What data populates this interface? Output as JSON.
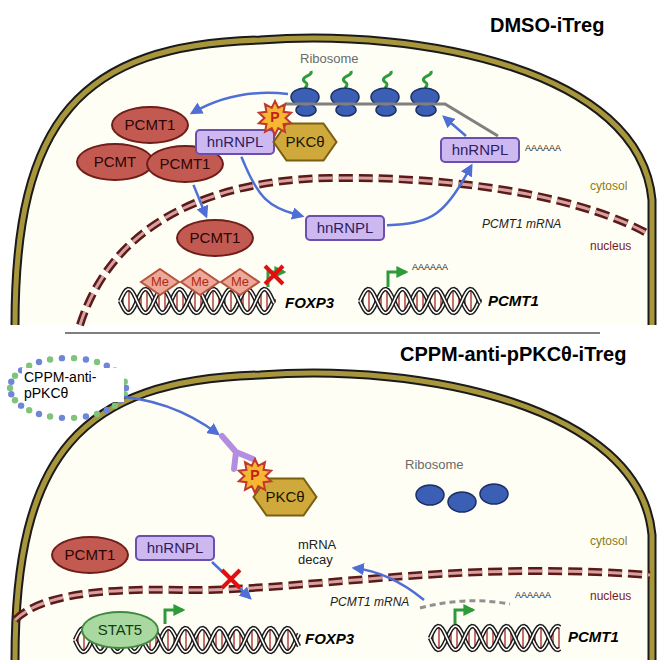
{
  "diagram": {
    "nodes": [
      {
        "text": [
          "PCMT1"
        ]
      },
      {
        "text": [
          "PCMT"
        ]
      },
      {
        "text": [
          "PCMT1"
        ]
      },
      {
        "text": [
          "hnRNPL"
        ]
      },
      {
        "text": [
          "PKCθ"
        ]
      },
      {
        "text": [
          "P"
        ]
      },
      {
        "text": [
          "hnRNPL"
        ]
      },
      {
        "text": [
          "PCMT1"
        ]
      },
      {
        "text": [
          "Me"
        ]
      },
      {
        "text": [
          "Me"
        ]
      },
      {
        "text": [
          "Me"
        ]
      },
      {
        "text": [
          "hnRNPL"
        ]
      },
      {
        "text": [
          "PKCθ"
        ]
      },
      {
        "text": [
          "P"
        ]
      },
      {
        "text": [
          "PCMT1"
        ]
      },
      {
        "text": [
          "hnRNPL"
        ]
      },
      {
        "text": [
          "STAT5"
        ]
      }
    ],
    "edges": [
      {
        "from": 2,
        "to": 7,
        "arrow": "to"
      },
      {
        "from": 3,
        "to": 11,
        "arrow": "to"
      },
      {
        "from": 11,
        "to": 6,
        "arrow": "to"
      }
    ],
    "labels": [
      "DMSO-iTreg",
      "Ribosome",
      "AAAAAA",
      "PCMT1 mRNA",
      "AAAAAA",
      "FOXP3",
      "PCMT1",
      "cytosol",
      "nucleus",
      "CPPM-anti-pPKCθ-iTreg",
      "CPPM-anti-pPKCθ",
      "Ribosome",
      "mRNA decay",
      "PCMT1 mRNA",
      "AAAAAA",
      "FOXP3",
      "PCMT1",
      "cytosol",
      "nucleus"
    ]
  }
}
